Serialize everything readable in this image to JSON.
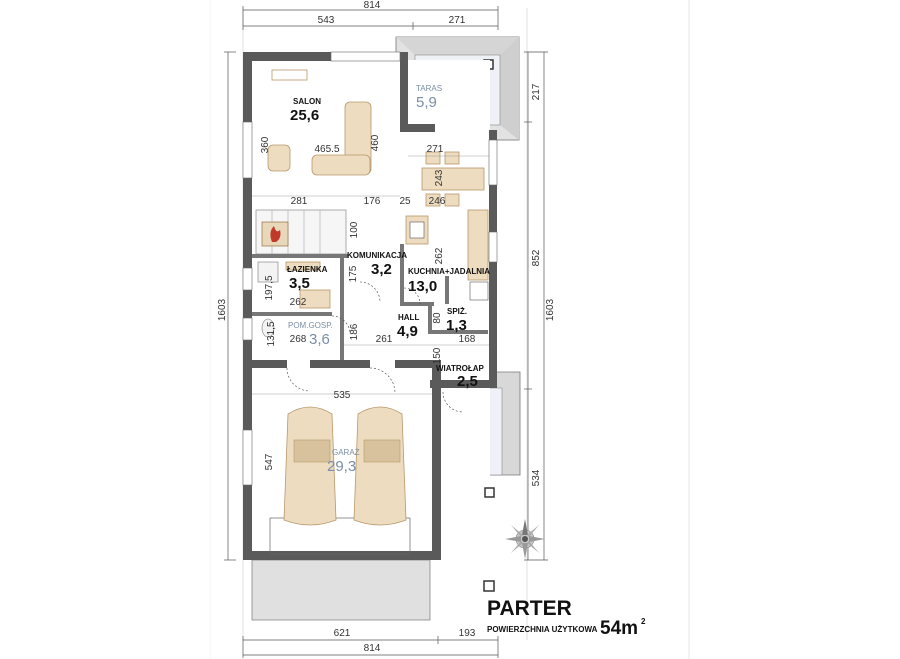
{
  "title": "PARTER",
  "subtitle": "POWIERZCHNIA UŻYTKOWA",
  "total_area": {
    "value": "54m",
    "sup": "2"
  },
  "rooms": {
    "salon": {
      "name": "SALON",
      "area": "25,6"
    },
    "taras": {
      "name": "TARAS",
      "area": "5,9"
    },
    "komunikacja": {
      "name": "KOMUNIKACJA",
      "area": "3,2"
    },
    "lazienka": {
      "name": "ŁAZIENKA",
      "area": "3,5"
    },
    "kuchnia": {
      "name": "KUCHNIA+JADALNIA",
      "area": "13,0"
    },
    "hall": {
      "name": "HALL",
      "area": "4,9"
    },
    "spiz": {
      "name": "SPIŻ.",
      "area": "1,3"
    },
    "pom_gosp": {
      "name": "POM.GOSP.",
      "area": "3,6"
    },
    "wiatrolap": {
      "name": "WIATROŁAP",
      "area": "2,5"
    },
    "garaz": {
      "name": "GARAŻ",
      "area": "29,3"
    }
  },
  "dimensions": {
    "top_total": "814",
    "top_left": "543",
    "top_right": "271",
    "bottom_total": "814",
    "bottom_left": "621",
    "bottom_right": "193",
    "left_total": "1603",
    "right_total": "1603",
    "right_upper": "217",
    "right_middle": "852",
    "right_lower": "534",
    "d_360": "360",
    "d_4655": "465.5",
    "d_460": "460",
    "d_271": "271",
    "d_243": "243",
    "d_281": "281",
    "d_176": "176",
    "d_25": "25",
    "d_246": "246",
    "d_100": "100",
    "d_262a": "262",
    "d_175": "175",
    "d_1975": "197,5",
    "d_262b": "262",
    "d_80": "80",
    "d_1315": "131,5",
    "d_268": "268",
    "d_186": "186",
    "d_261": "261",
    "d_168": "168",
    "d_150": "150",
    "d_535": "535",
    "d_547": "547"
  }
}
